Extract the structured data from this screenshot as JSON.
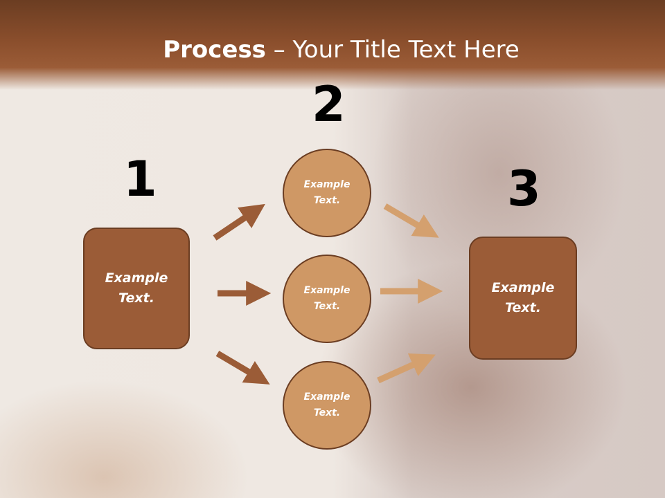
{
  "slide": {
    "title_bold": "Process",
    "title_rest": " – Your Title Text Here"
  },
  "steps": {
    "step1_number": "1",
    "step2_number": "2",
    "step3_number": "3"
  },
  "nodes": {
    "start_box": {
      "line1": "Example",
      "line2": "Text."
    },
    "circle_top": {
      "line1": "Example",
      "line2": "Text."
    },
    "circle_middle": {
      "line1": "Example",
      "line2": "Text."
    },
    "circle_bottom": {
      "line1": "Example",
      "line2": "Text."
    },
    "end_box": {
      "line1": "Example",
      "line2": "Text."
    }
  },
  "colors": {
    "header_dark": "#6b3d22",
    "box_fill": "#9b5c37",
    "circle_fill": "#cf9865",
    "arrow_dark": "#9b5c37",
    "arrow_light": "#d4a06e"
  }
}
